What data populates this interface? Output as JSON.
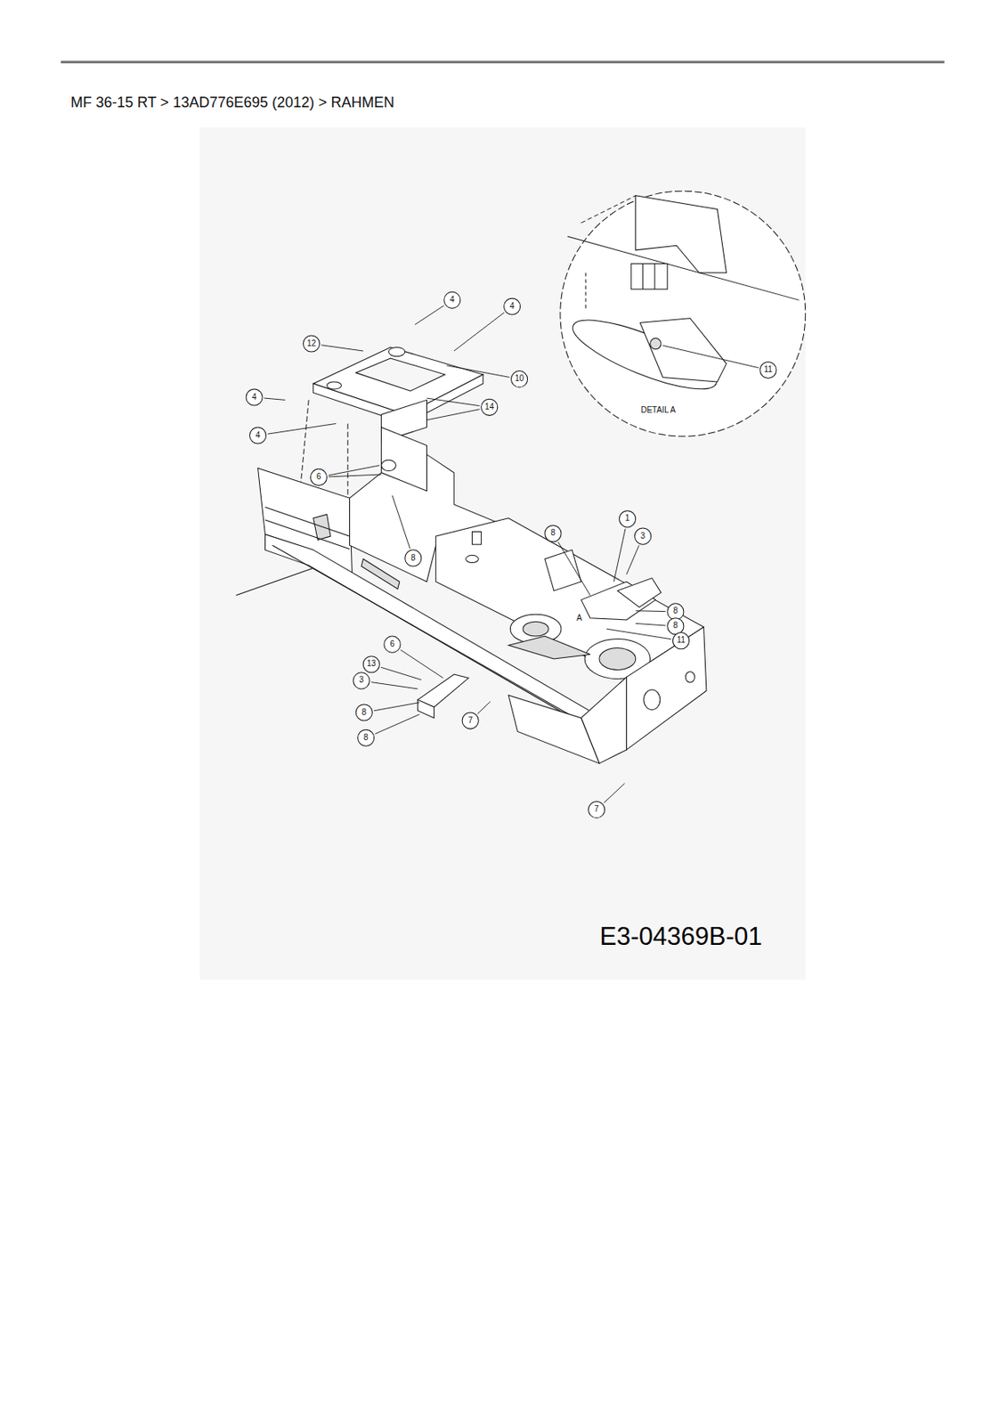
{
  "diagram": {
    "title": "MF 36-15 RT  >  13AD776E695 (2012)  >  RAHMEN",
    "labels": [
      "4",
      "4",
      "12",
      "10",
      "4",
      "14",
      "4",
      "11",
      "DETAIL A",
      "6",
      "1",
      "3",
      "8",
      "8",
      "8",
      "A",
      "8",
      "11",
      "6",
      "13",
      "3",
      "8",
      "7",
      "8",
      "7",
      "E3-04369B-01"
    ]
  }
}
